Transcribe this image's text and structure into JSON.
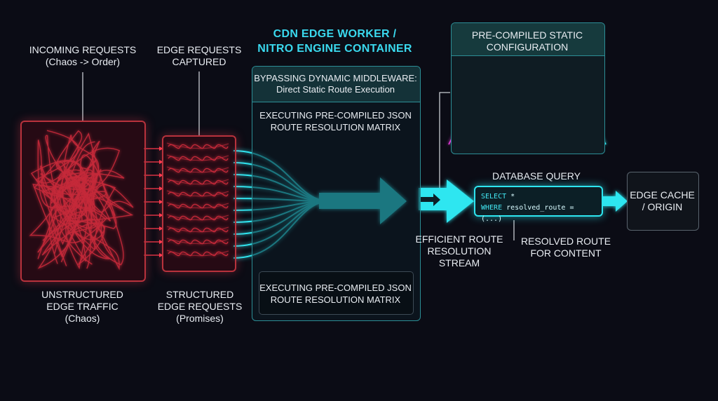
{
  "labels": {
    "incoming": [
      "INCOMING REQUESTS",
      "(Chaos -> Order)"
    ],
    "captured": [
      "EDGE REQUESTS",
      "CAPTURED"
    ],
    "worker_title": [
      "CDN EDGE WORKER /",
      "NITRO ENGINE CONTAINER"
    ],
    "unstructured": [
      "UNSTRUCTURED",
      "EDGE TRAFFIC",
      "(Chaos)"
    ],
    "structured": [
      "STRUCTURED",
      "EDGE REQUESTS",
      "(Promises)"
    ],
    "stream": [
      "EFFICIENT ROUTE",
      "RESOLUTION",
      "STREAM"
    ],
    "db_query": "DATABASE QUERY",
    "resolved": [
      "RESOLVED ROUTE",
      "FOR CONTENT"
    ]
  },
  "worker": {
    "header": [
      "BYPASSING DYNAMIC MIDDLEWARE:",
      "Direct Static Route Execution"
    ],
    "matrix_top": [
      "EXECUTING PRE-COMPILED JSON",
      "ROUTE RESOLUTION MATRIX"
    ],
    "matrix_bottom": [
      "EXECUTING PRE-COMPILED JSON",
      "ROUTE RESOLUTION MATRIX"
    ]
  },
  "config": {
    "header": [
      "PRE-COMPILED STATIC",
      "CONFIGURATION"
    ]
  },
  "sql": {
    "line1_kw": "SELECT",
    "line1_rest": " *",
    "line2_kw": "WHERE",
    "line2_rest": " resolved_route = (...)"
  },
  "cache": [
    "EDGE CACHE",
    "/ ORIGIN"
  ],
  "colors": {
    "background": "#0b0c15",
    "chaos_red": "#ff3b4e",
    "flow_cyan": "#2de6f0",
    "config_magenta": "#e23ad8"
  },
  "icons": [
    "map-pin-icon"
  ]
}
